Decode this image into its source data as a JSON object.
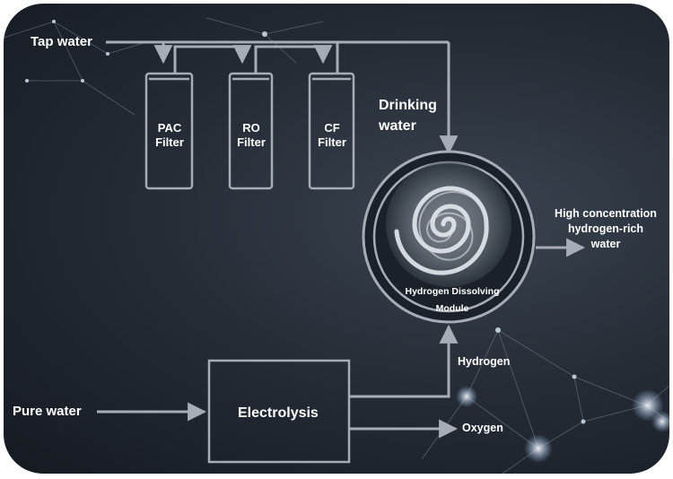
{
  "inputs": {
    "tap_water": "Tap water",
    "pure_water": "Pure water"
  },
  "filters": [
    {
      "line1": "PAC",
      "line2": "Filter"
    },
    {
      "line1": "RO",
      "line2": "Filter"
    },
    {
      "line1": "CF",
      "line2": "Filter"
    }
  ],
  "drinking_water": {
    "line1": "Drinking",
    "line2": "water"
  },
  "module": {
    "line1": "Hydrogen Dissolving",
    "line2": "Module"
  },
  "output": {
    "line1": "High concentration",
    "line2": "hydrogen-rich",
    "line3": "water"
  },
  "electrolysis": "Electrolysis",
  "hydrogen": "Hydrogen",
  "oxygen": "Oxygen",
  "colors": {
    "background": "#1d232b",
    "line": "#a6adb6",
    "text": "#ffffff"
  }
}
